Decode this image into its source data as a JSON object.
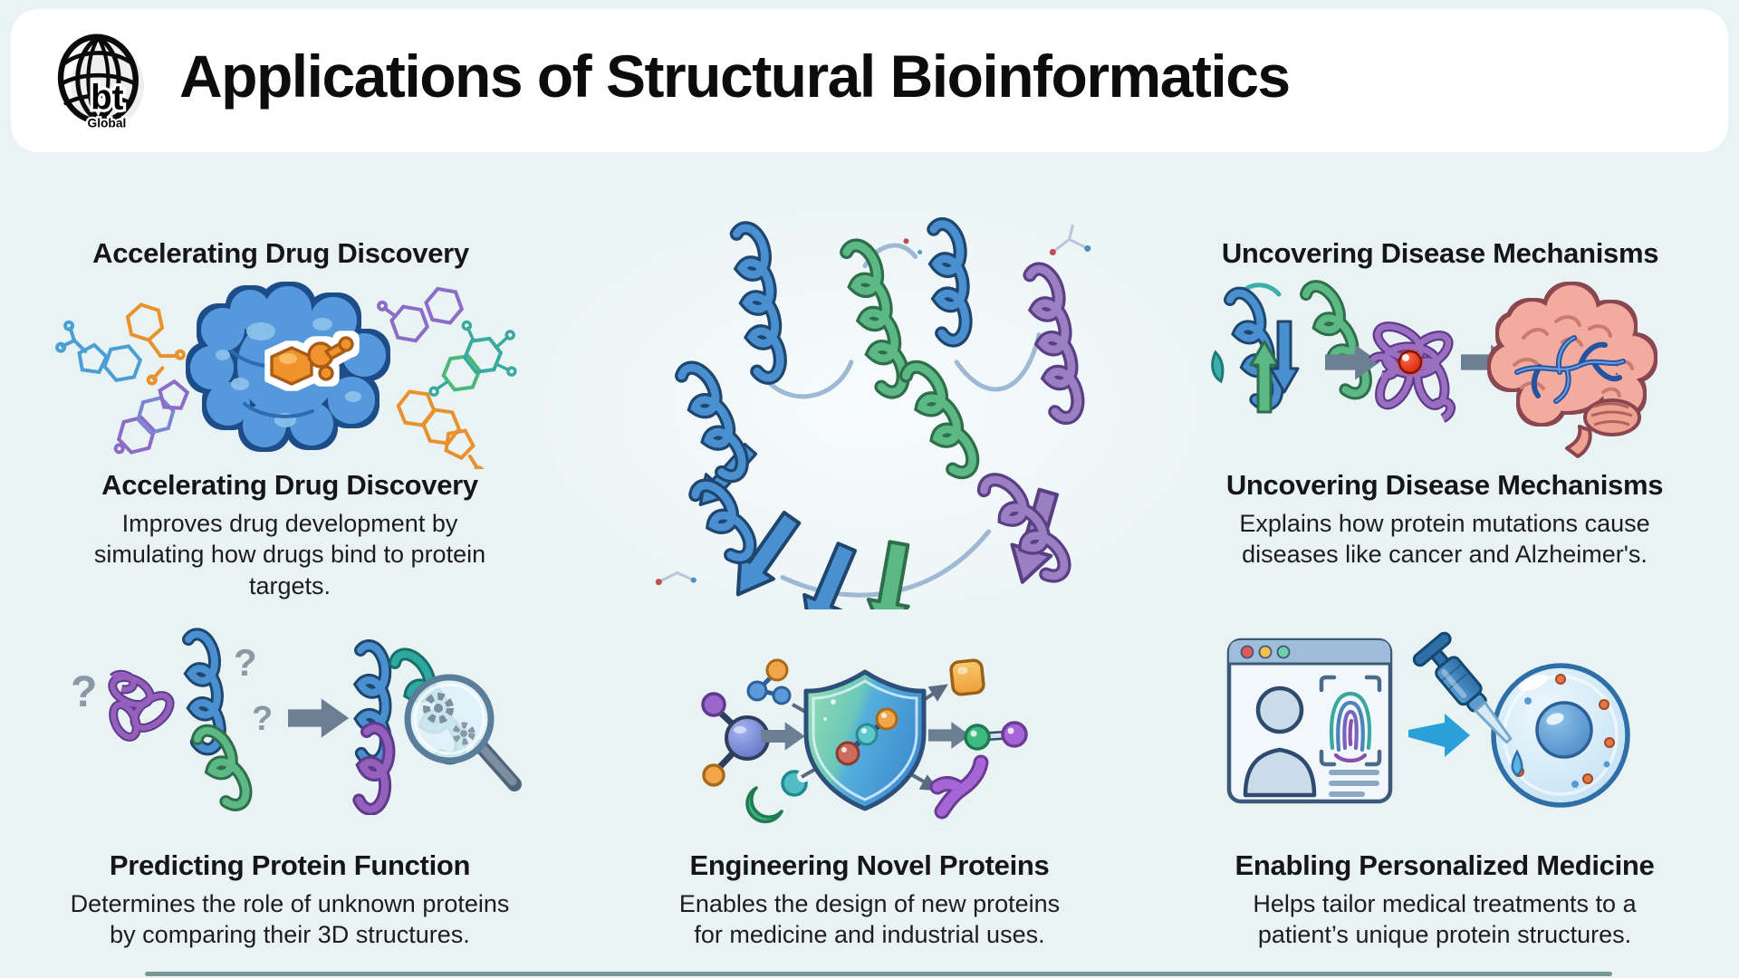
{
  "page": {
    "background": "#e9f3f4",
    "card_background": "#ffffff",
    "text_color": "#141414",
    "accent_line_color": "#1d4e4e"
  },
  "header": {
    "title": "Applications of Structural Bioinformatics",
    "logo": {
      "abbr": "bt",
      "subtext": "Global"
    }
  },
  "sections": [
    {
      "id": "accelerating-drug-discovery",
      "top_heading": "Accelerating Drug Discovery",
      "heading": "Accelerating Drug Discovery",
      "description": "Improves drug development by simulating how drugs bind to protein targets.",
      "illustration": "protein-ligand-binding-illustration"
    },
    {
      "id": "protein-structure-hero",
      "illustration": "protein-ribbon-structure-illustration"
    },
    {
      "id": "uncovering-disease-mechanisms",
      "top_heading": "Uncovering Disease Mechanisms",
      "heading": "Uncovering Disease Mechanisms",
      "description": "Explains how protein mutations cause diseases like cancer and Alzheimer's.",
      "illustration": "mutation-brain-disease-illustration"
    },
    {
      "id": "predicting-protein-function",
      "heading": "Predicting Protein Function",
      "description": "Determines the role of unknown proteins by comparing their 3D structures.",
      "question_mark": "?",
      "illustration": "unknown-protein-magnifier-illustration"
    },
    {
      "id": "engineering-novel-proteins",
      "heading": "Engineering Novel Proteins",
      "description": "Enables the design of new proteins for medicine and industrial uses.",
      "illustration": "molecule-shield-illustration"
    },
    {
      "id": "enabling-personalized-medicine",
      "heading": "Enabling Personalized Medicine",
      "description": "Helps tailor medical treatments to a patient’s unique protein structures.",
      "illustration": "patient-profile-cell-illustration"
    }
  ],
  "palette": {
    "blue": "#3f7fc1",
    "green": "#52ab7c",
    "purple": "#8b68bd",
    "orange": "#f0932f",
    "teal": "#3aa89e",
    "brain_pink": "#f2ab9e",
    "arrow_gray": "#6b7f93"
  }
}
